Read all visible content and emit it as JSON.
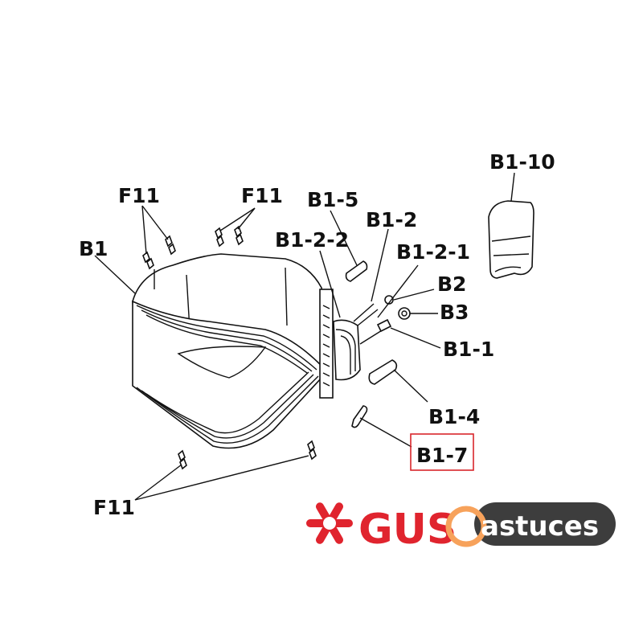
{
  "diagram": {
    "labels": {
      "b1_10": "B1-10",
      "f11_left": "F11",
      "f11_right": "F11",
      "b1_5": "B1-5",
      "b1_2": "B1-2",
      "b1": "B1",
      "b1_2_2": "B1-2-2",
      "b1_2_1": "B1-2-1",
      "b2": "B2",
      "b3": "B3",
      "b1_1": "B1-1",
      "b1_4": "B1-4",
      "b1_7": "B1-7",
      "f11_bottom": "F11"
    },
    "highlighted_label": "B1-7",
    "highlight_color": "#d9262b"
  },
  "watermark": {
    "brand_part1": "GUS",
    "brand_part2": "astuces",
    "brand_red": "#e0242e",
    "brand_orange": "#f7a25b",
    "pill_color": "#3d3d3d"
  }
}
